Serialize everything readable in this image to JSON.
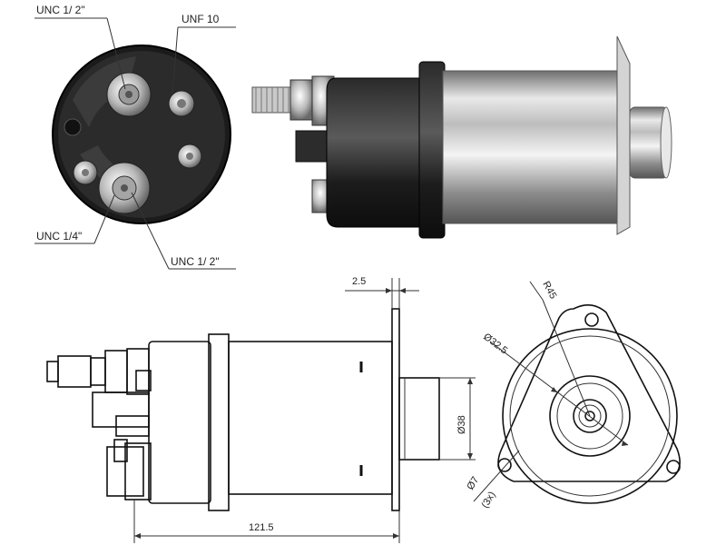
{
  "callouts": {
    "top_left_terminal": "UNC 1/ 2\"",
    "top_right_terminal": "UNF 10",
    "bottom_left_terminal": "UNC 1/4\"",
    "bottom_right_terminal": "UNC 1/ 2\""
  },
  "dimensions": {
    "flange_thickness": "2.5",
    "plunger_diameter": "Ø38",
    "overall_length": "121.5",
    "flange_radius": "R45",
    "body_diameter": "Ø32.5",
    "hole_diameter": "Ø7",
    "hole_count": "(3x)"
  }
}
